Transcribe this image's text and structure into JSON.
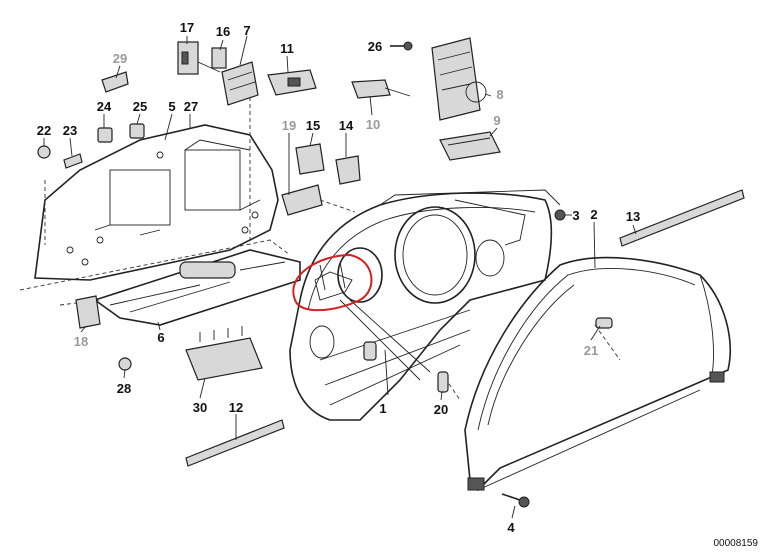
{
  "diagram": {
    "reference_number": "00008159",
    "highlight_color": "#d42020",
    "callouts": [
      {
        "id": "c1",
        "label": "1",
        "grey": false
      },
      {
        "id": "c2",
        "label": "2",
        "grey": false
      },
      {
        "id": "c3",
        "label": "3",
        "grey": false
      },
      {
        "id": "c4",
        "label": "4",
        "grey": false
      },
      {
        "id": "c5",
        "label": "5",
        "grey": false
      },
      {
        "id": "c6",
        "label": "6",
        "grey": false
      },
      {
        "id": "c7",
        "label": "7",
        "grey": false
      },
      {
        "id": "c8",
        "label": "8",
        "grey": true
      },
      {
        "id": "c9",
        "label": "9",
        "grey": true
      },
      {
        "id": "c10",
        "label": "10",
        "grey": true
      },
      {
        "id": "c11",
        "label": "11",
        "grey": false
      },
      {
        "id": "c12",
        "label": "12",
        "grey": false
      },
      {
        "id": "c13",
        "label": "13",
        "grey": false
      },
      {
        "id": "c14",
        "label": "14",
        "grey": false
      },
      {
        "id": "c15",
        "label": "15",
        "grey": false
      },
      {
        "id": "c16",
        "label": "16",
        "grey": false
      },
      {
        "id": "c17",
        "label": "17",
        "grey": false
      },
      {
        "id": "c18",
        "label": "18",
        "grey": true
      },
      {
        "id": "c19",
        "label": "19",
        "grey": true
      },
      {
        "id": "c20",
        "label": "20",
        "grey": false
      },
      {
        "id": "c21",
        "label": "21",
        "grey": true
      },
      {
        "id": "c22",
        "label": "22",
        "grey": false
      },
      {
        "id": "c23",
        "label": "23",
        "grey": false
      },
      {
        "id": "c24",
        "label": "24",
        "grey": false
      },
      {
        "id": "c25",
        "label": "25",
        "grey": false
      },
      {
        "id": "c26",
        "label": "26",
        "grey": false
      },
      {
        "id": "c27",
        "label": "27",
        "grey": false
      },
      {
        "id": "c28",
        "label": "28",
        "grey": false
      },
      {
        "id": "c29",
        "label": "29",
        "grey": true
      },
      {
        "id": "c30",
        "label": "30",
        "grey": false
      }
    ]
  }
}
